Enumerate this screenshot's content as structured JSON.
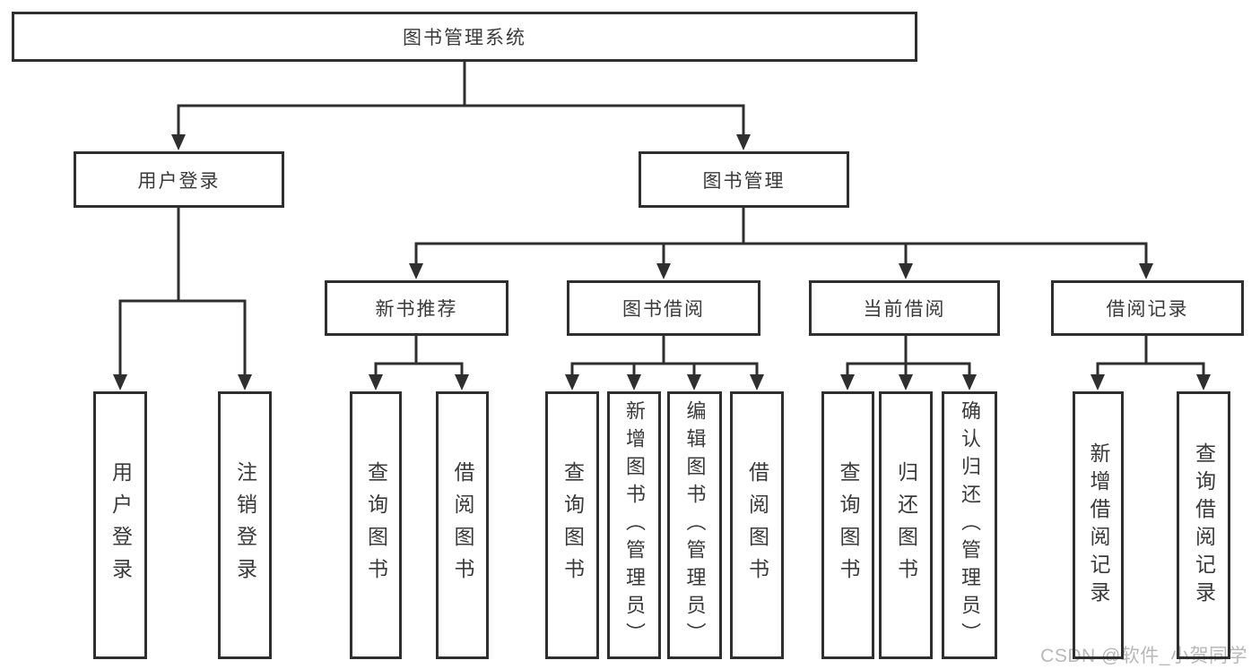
{
  "tree": {
    "label": "图书管理系统",
    "children": [
      {
        "label": "用户登录",
        "children": [
          {
            "label": "用户登录"
          },
          {
            "label": "注销登录"
          }
        ]
      },
      {
        "label": "图书管理",
        "children": [
          {
            "label": "新书推荐",
            "children": [
              {
                "label": "查询图书"
              },
              {
                "label": "借阅图书"
              }
            ]
          },
          {
            "label": "图书借阅",
            "children": [
              {
                "label": "查询图书"
              },
              {
                "label": "新增图书（管理员）"
              },
              {
                "label": "编辑图书（管理员）"
              },
              {
                "label": "借阅图书"
              }
            ]
          },
          {
            "label": "当前借阅",
            "children": [
              {
                "label": "查询图书"
              },
              {
                "label": "归还图书"
              },
              {
                "label": "确认归还（管理员）"
              }
            ]
          },
          {
            "label": "借阅记录",
            "children": [
              {
                "label": "新增借阅记录"
              },
              {
                "label": "查询借阅记录"
              }
            ]
          }
        ]
      }
    ]
  },
  "watermark": {
    "text": "CSDN @软件_小贺同学"
  },
  "colors": {
    "line": "#2f2f2f",
    "text": "#3a3a3a",
    "watermark_text": "#b8b8b8",
    "background": "#ffffff"
  }
}
